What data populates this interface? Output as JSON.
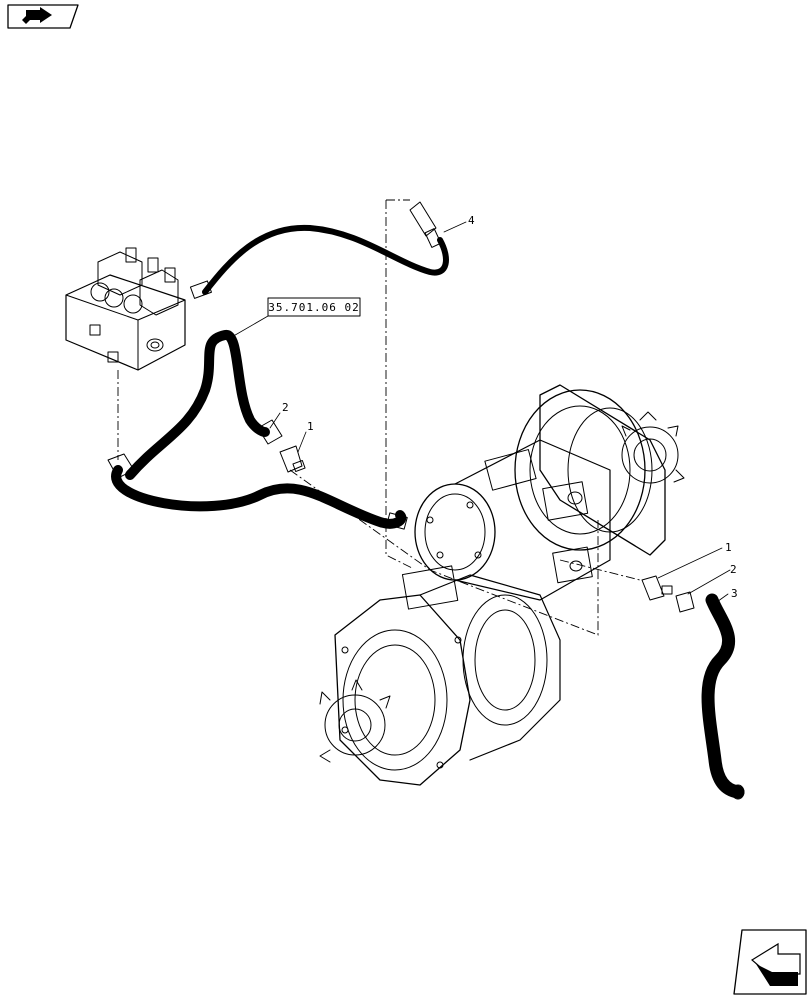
{
  "reference_box": "35.701.06 02",
  "callouts": [
    "1",
    "2",
    "3",
    "4"
  ],
  "icons": {
    "top_left": "previous-page-arrow-icon",
    "bottom_right": "next-page-arrow-icon"
  }
}
